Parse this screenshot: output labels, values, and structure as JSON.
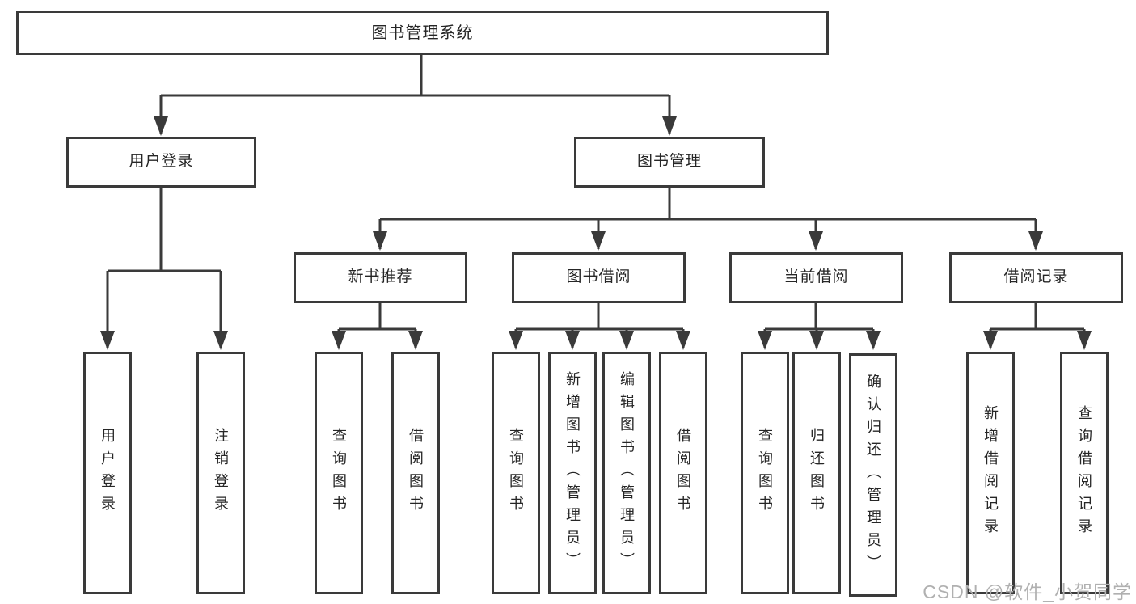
{
  "root": {
    "label": "图书管理系统"
  },
  "branches": {
    "login": {
      "label": "用户登录",
      "children": [
        {
          "label": "用户登录"
        },
        {
          "label": "注销登录"
        }
      ]
    },
    "management": {
      "label": "图书管理"
    }
  },
  "groups": [
    {
      "label": "新书推荐",
      "children": [
        {
          "label": "查询图书"
        },
        {
          "label": "借阅图书"
        }
      ]
    },
    {
      "label": "图书借阅",
      "children": [
        {
          "label": "查询图书"
        },
        {
          "label": "新增图书（管理员）"
        },
        {
          "label": "编辑图书（管理员）"
        },
        {
          "label": "借阅图书"
        }
      ]
    },
    {
      "label": "当前借阅",
      "children": [
        {
          "label": "查询图书"
        },
        {
          "label": "归还图书"
        },
        {
          "label": "确认归还（管理员）"
        }
      ]
    },
    {
      "label": "借阅记录",
      "children": [
        {
          "label": "新增借阅记录"
        },
        {
          "label": "查询借阅记录"
        }
      ]
    }
  ],
  "watermark": "CSDN @软件_小贺同学",
  "colors": {
    "line_color": "#3a3a3a",
    "text_color": "#262626",
    "watermark_color": "#b0b0b0"
  }
}
